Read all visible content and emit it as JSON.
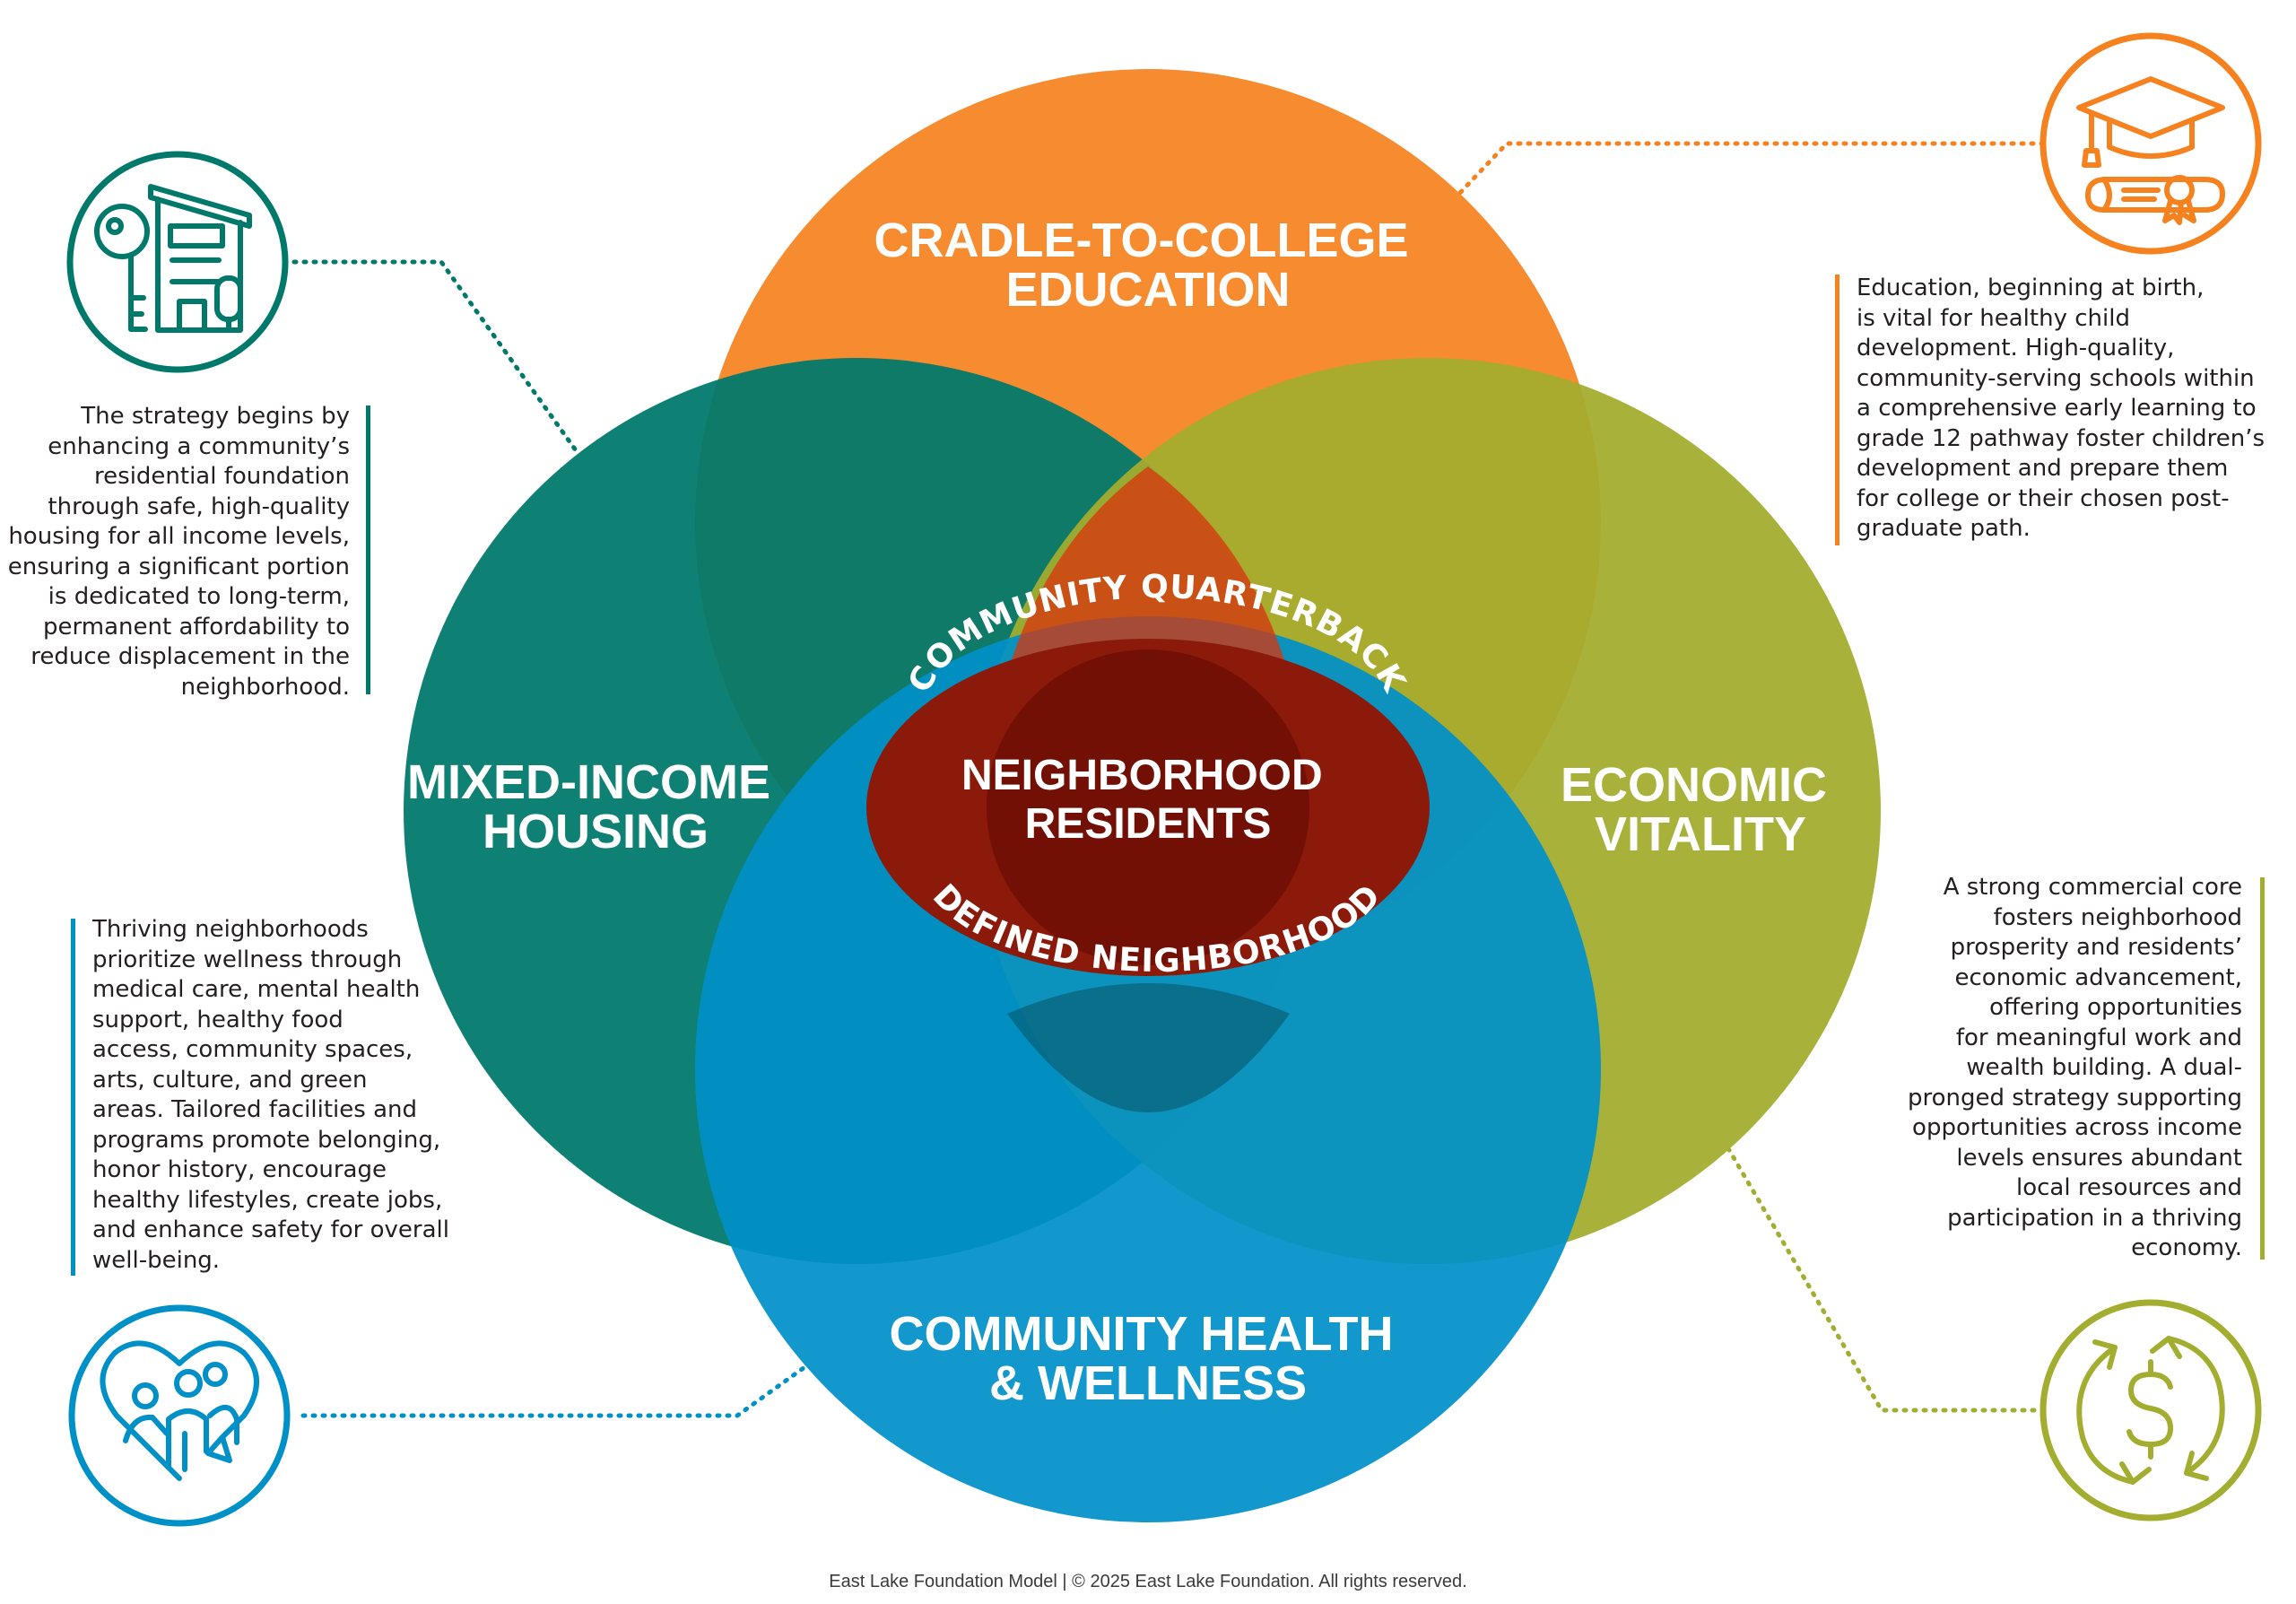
{
  "circles": {
    "education": {
      "title": [
        "CRADLE-TO-COLLEGE",
        "EDUCATION"
      ],
      "color": "#f5821f"
    },
    "housing": {
      "title": [
        "MIXED-INCOME",
        "HOUSING"
      ],
      "color": "#00796b"
    },
    "economic": {
      "title": [
        "ECONOMIC",
        "VITALITY"
      ],
      "color": "#a3ad2f"
    },
    "health": {
      "title": [
        "COMMUNITY HEALTH",
        "& WELLNESS"
      ],
      "color": "#0090c8"
    }
  },
  "center": {
    "title": [
      "NEIGHBORHOOD",
      "RESIDENTS"
    ],
    "arc_top": "COMMUNITY QUARTERBACK",
    "arc_bottom": "DEFINED NEIGHBORHOOD",
    "color": "#8b1a0a"
  },
  "descriptions": {
    "housing": [
      "The strategy begins by",
      "enhancing a community’s",
      "residential foundation",
      "through safe, high-quality",
      "housing for all income levels,",
      "ensuring a significant portion",
      "is dedicated to long-term,",
      "permanent affordability to",
      "reduce displacement in the",
      "neighborhood."
    ],
    "education": [
      "Education, beginning at birth,",
      "is vital for healthy child",
      "development. High-quality,",
      "community-serving schools within",
      "a comprehensive early learning to",
      "grade 12 pathway foster children’s",
      "development and prepare them",
      "for college or their chosen post-",
      "graduate path."
    ],
    "health": [
      "Thriving neighborhoods",
      "prioritize wellness through",
      "medical care, mental health",
      "support, healthy food",
      "access, community spaces,",
      "arts, culture, and green",
      "areas. Tailored facilities and",
      "programs promote belonging,",
      "honor history, encourage",
      "healthy lifestyles, create jobs,",
      "and enhance safety for overall",
      "well-being."
    ],
    "economic": [
      "A strong commercial core",
      "fosters neighborhood",
      "prosperity and residents’",
      "economic advancement,",
      "offering opportunities",
      "for meaningful work and",
      "wealth building. A dual-",
      "pronged strategy supporting",
      "opportunities across income",
      "levels ensures abundant",
      "local resources and",
      "participation in a thriving",
      "economy."
    ]
  },
  "icons": {
    "housing": "house-key-icon",
    "education": "graduation-cap-diploma-icon",
    "health": "heart-family-icon",
    "economic": "dollar-cycle-icon"
  },
  "footer": "East Lake Foundation Model | © 2025 East Lake Foundation. All rights reserved."
}
